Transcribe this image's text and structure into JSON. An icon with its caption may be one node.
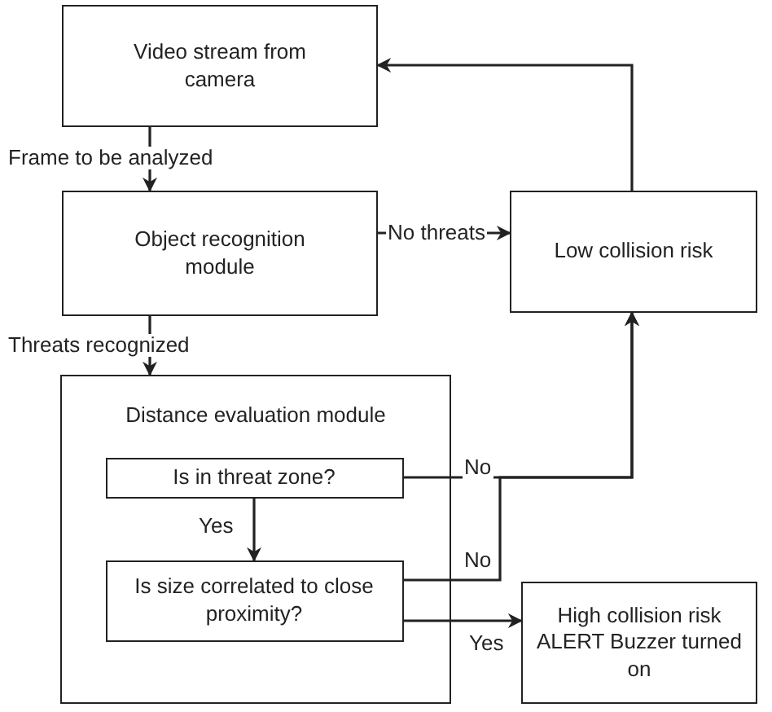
{
  "diagram": {
    "nodes": [
      {
        "text": [
          "Video stream from camera"
        ]
      },
      {
        "text": [
          "Object recognition module"
        ]
      },
      {
        "text": [
          "Low collision risk"
        ]
      },
      {
        "text": [
          "Distance evaluation module"
        ]
      },
      {
        "text": [
          "Is in threat zone?"
        ],
        "in": 3
      },
      {
        "text": [
          "Is size correlated to close proximity?"
        ],
        "in": 3
      },
      {
        "text": [
          "High collision risk ALERT Buzzer turned on"
        ]
      }
    ],
    "edges": [
      {
        "from": 0,
        "to": 1,
        "arrow": "to",
        "label": "Frame to be analyzed"
      },
      {
        "from": 1,
        "to": 2,
        "arrow": "to",
        "label": "No threats"
      },
      {
        "from": 2,
        "to": 0,
        "arrow": "to"
      },
      {
        "from": 1,
        "to": 3,
        "arrow": "to",
        "label": "Threats recognized"
      },
      {
        "from": 4,
        "to": 2,
        "arrow": "to",
        "label": "No"
      },
      {
        "from": 5,
        "to": 2,
        "arrow": "to",
        "label": "No"
      },
      {
        "from": 4,
        "to": 5,
        "arrow": "to",
        "label": "Yes"
      },
      {
        "from": 5,
        "to": 6,
        "arrow": "to",
        "label": "Yes"
      }
    ]
  }
}
